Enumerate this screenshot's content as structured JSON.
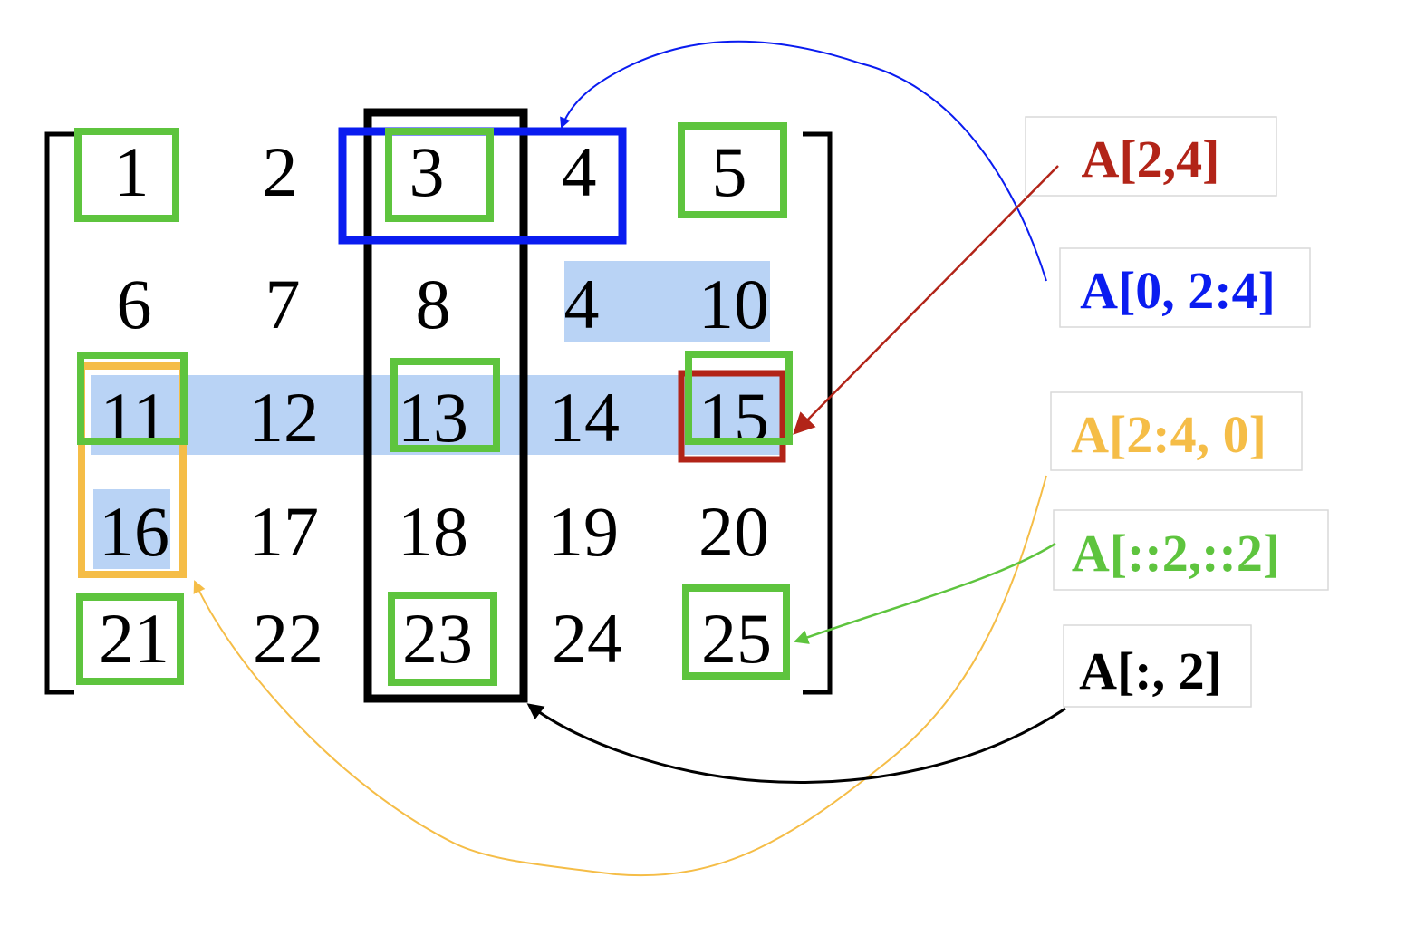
{
  "matrix": {
    "rows": [
      [
        "1",
        "2",
        "3",
        "4",
        "5"
      ],
      [
        "6",
        "7",
        "8",
        "4",
        "10"
      ],
      [
        "11",
        "12",
        "13",
        "14",
        "15"
      ],
      [
        "16",
        "17",
        "18",
        "19",
        "20"
      ],
      [
        "21",
        "22",
        "23",
        "24",
        "25"
      ]
    ]
  },
  "labels": {
    "single_element": {
      "text": "A[2,4]",
      "color": "#b22418"
    },
    "row_slice": {
      "text": "A[0, 2:4]",
      "color": "#0a1cf0"
    },
    "col_slice": {
      "text": "A[2:4, 0]",
      "color": "#f5bd47"
    },
    "step_slice": {
      "text": "A[::2,::2]",
      "color": "#5ec43e"
    },
    "full_column": {
      "text": "A[:, 2]",
      "color": "#000000"
    }
  },
  "colors": {
    "highlight_fill": "#b9d3f5",
    "green_box": "#5ec43e",
    "blue_box": "#0a1cf0",
    "black_box": "#000000",
    "red_box": "#b22418",
    "yellow_box": "#f5bd47"
  }
}
